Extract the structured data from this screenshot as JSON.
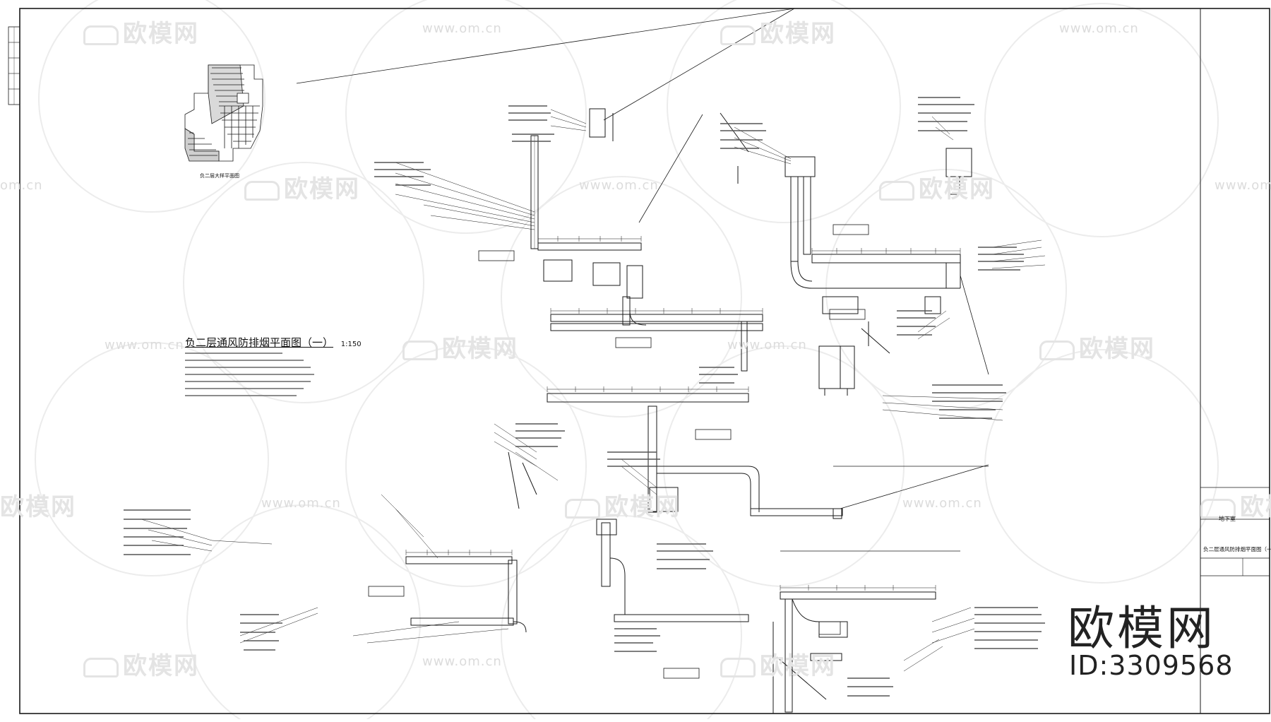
{
  "drawing": {
    "plan_title": "负二层通风防排烟平面图（一）",
    "plan_scale": "1:150",
    "key_plan_caption": "负二层大样平面图",
    "tb_project_label": "地下室",
    "tb_sheet_title": "负二层通风防排烟平面图（一）"
  },
  "watermark": {
    "brand_cn": "欧模网",
    "url": "www.om.cn",
    "url_short": "om.cn"
  },
  "branding": {
    "logo_text": "欧模网",
    "id_text": "ID:3309568"
  },
  "colors": {
    "line": "#1a1a1a",
    "watermark": "#e2e2e2",
    "brand": "#222222"
  }
}
